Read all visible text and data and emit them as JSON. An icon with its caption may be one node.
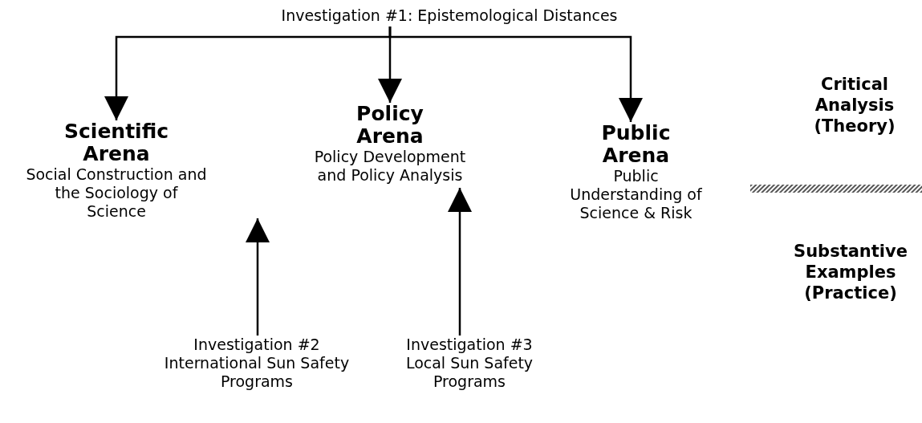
{
  "diagram": {
    "nodes": [
      {
        "text": [
          "Investigation #1: Epistemological Distances"
        ]
      },
      {
        "text": [
          "Scientific Arena",
          "Social Construction and the Sociology of Science"
        ]
      },
      {
        "text": [
          "Policy Arena",
          "Policy Development and Policy Analysis"
        ]
      },
      {
        "text": [
          "Public Arena",
          "Public Understanding of Science & Risk"
        ]
      },
      {
        "text": [
          "Investigation #2 International Sun Safety Programs"
        ]
      },
      {
        "text": [
          "Investigation #3 Local Sun Safety Programs"
        ]
      }
    ],
    "edges": [
      {
        "from": 0,
        "to": 1,
        "arrow": "to"
      },
      {
        "from": 0,
        "to": 2,
        "arrow": "to"
      },
      {
        "from": 0,
        "to": 3,
        "arrow": "to"
      },
      {
        "from": 4,
        "to": null,
        "arrow": "to"
      },
      {
        "from": 5,
        "to": 2,
        "arrow": "to"
      }
    ],
    "labels": [
      "Critical Analysis (Theory)",
      "Substantive Examples (Practice)"
    ]
  }
}
